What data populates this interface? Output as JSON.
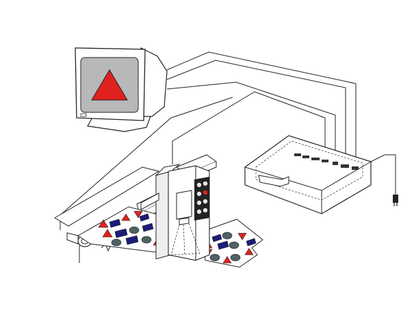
{
  "colors": {
    "background": "#ffffff",
    "line": "#222222",
    "warning_red": "#e0221f",
    "navy": "#1c1c7a",
    "grey_disc": "#4f6266",
    "screen_grey": "#b8b8b8",
    "housing_grey": "#eeeeee"
  },
  "icons": {
    "monitor": "crt-monitor-icon",
    "alert": "warning-triangle-icon",
    "controller": "controller-box-icon",
    "plug": "power-plug-icon",
    "camera": "vision-camera-icon",
    "conveyor": "conveyor-belt-icon"
  },
  "web_pattern": {
    "description_shapes": [
      "triangle",
      "rectangle",
      "disc"
    ],
    "upstream_rows": 3,
    "downstream_rows": 3
  }
}
